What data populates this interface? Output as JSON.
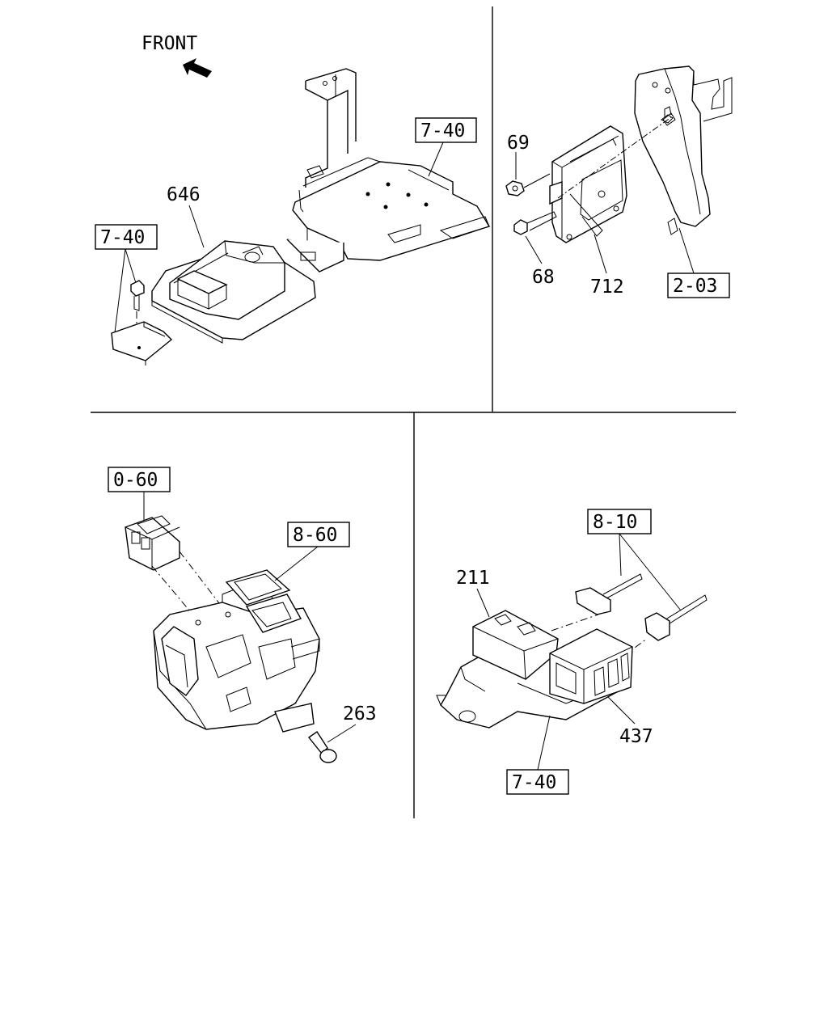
{
  "front_label": "FRONT",
  "panel_top_left": {
    "callouts": {
      "module": "646"
    },
    "refs": {
      "bracket": "7-40",
      "bolt": "7-40"
    }
  },
  "panel_top_right": {
    "callouts": {
      "nut": "69",
      "bolt": "68",
      "unit": "712"
    },
    "refs": {
      "bracket": "2-03"
    }
  },
  "panel_bottom_left": {
    "callouts": {
      "bolt": "263"
    },
    "refs": {
      "sensor": "0-60",
      "heater": "8-60"
    }
  },
  "panel_bottom_right": {
    "callouts": {
      "relay": "211",
      "holder": "437"
    },
    "refs": {
      "harness": "8-10",
      "bracket": "7-40"
    }
  }
}
